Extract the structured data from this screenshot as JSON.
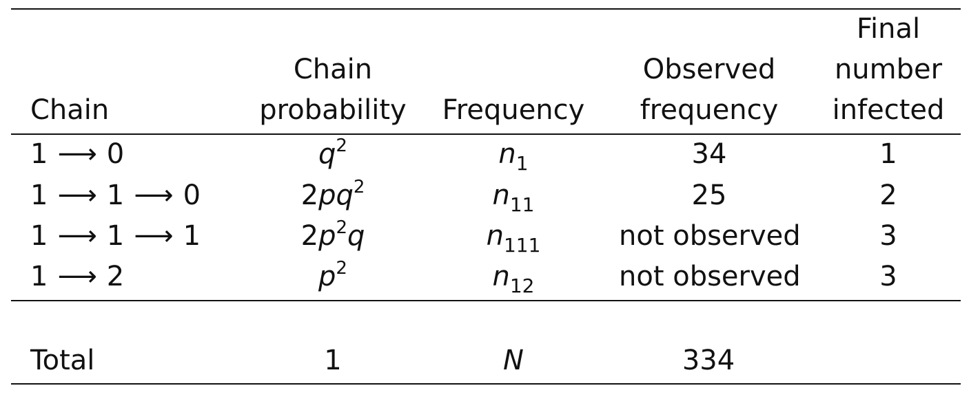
{
  "headers": {
    "chain": "Chain",
    "chain_probability": [
      "Chain",
      "probability"
    ],
    "frequency": "Frequency",
    "observed_frequency": [
      "Observed",
      "frequency"
    ],
    "final_number_infected": [
      "Final",
      "number",
      "infected"
    ]
  },
  "arrow_symbol": "⟶",
  "rows": [
    {
      "chain": [
        "1",
        "0"
      ],
      "prob": {
        "coef": "",
        "a": "q",
        "a_exp": "2",
        "b": "",
        "b_exp": ""
      },
      "freq": {
        "sym": "n",
        "sub": "1"
      },
      "observed": "34",
      "final": "1"
    },
    {
      "chain": [
        "1",
        "1",
        "0"
      ],
      "prob": {
        "coef": "2",
        "a": "p",
        "a_exp": "",
        "b": "q",
        "b_exp": "2"
      },
      "freq": {
        "sym": "n",
        "sub": "11"
      },
      "observed": "25",
      "final": "2"
    },
    {
      "chain": [
        "1",
        "1",
        "1"
      ],
      "prob": {
        "coef": "2",
        "a": "p",
        "a_exp": "2",
        "b": "q",
        "b_exp": ""
      },
      "freq": {
        "sym": "n",
        "sub": "111"
      },
      "observed": "not observed",
      "final": "3"
    },
    {
      "chain": [
        "1",
        "2"
      ],
      "prob": {
        "coef": "",
        "a": "p",
        "a_exp": "2",
        "b": "",
        "b_exp": ""
      },
      "freq": {
        "sym": "n",
        "sub": "12"
      },
      "observed": "not observed",
      "final": "3"
    }
  ],
  "total": {
    "label": "Total",
    "prob": "1",
    "freq": "N",
    "observed": "334"
  }
}
